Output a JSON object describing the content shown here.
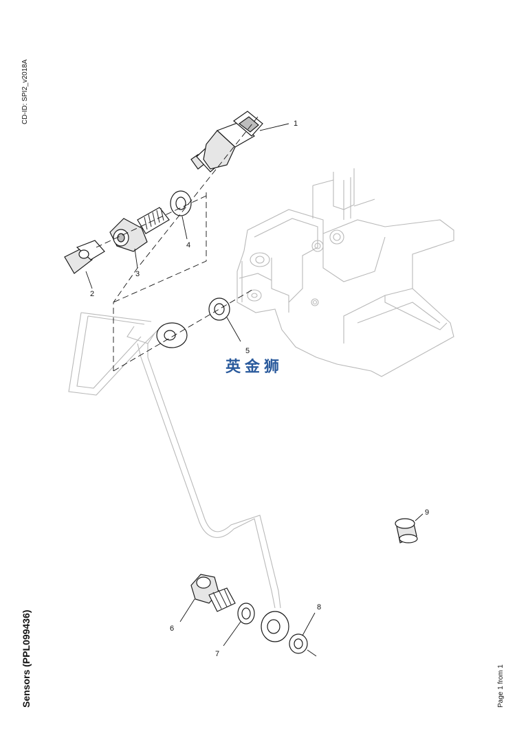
{
  "document": {
    "cd_id": "CD-ID: SPI2_v2018A",
    "title": "Sensors (PPL099436)",
    "page_number": "Page 1 from 1",
    "watermark": "英金狮"
  },
  "callouts": [
    {
      "id": "callout-1",
      "label": "1"
    },
    {
      "id": "callout-2",
      "label": "2"
    },
    {
      "id": "callout-3",
      "label": "3"
    },
    {
      "id": "callout-4",
      "label": "4"
    },
    {
      "id": "callout-5",
      "label": "5"
    },
    {
      "id": "callout-6",
      "label": "6"
    },
    {
      "id": "callout-7",
      "label": "7"
    },
    {
      "id": "callout-8",
      "label": "8"
    },
    {
      "id": "callout-9",
      "label": "9"
    }
  ]
}
